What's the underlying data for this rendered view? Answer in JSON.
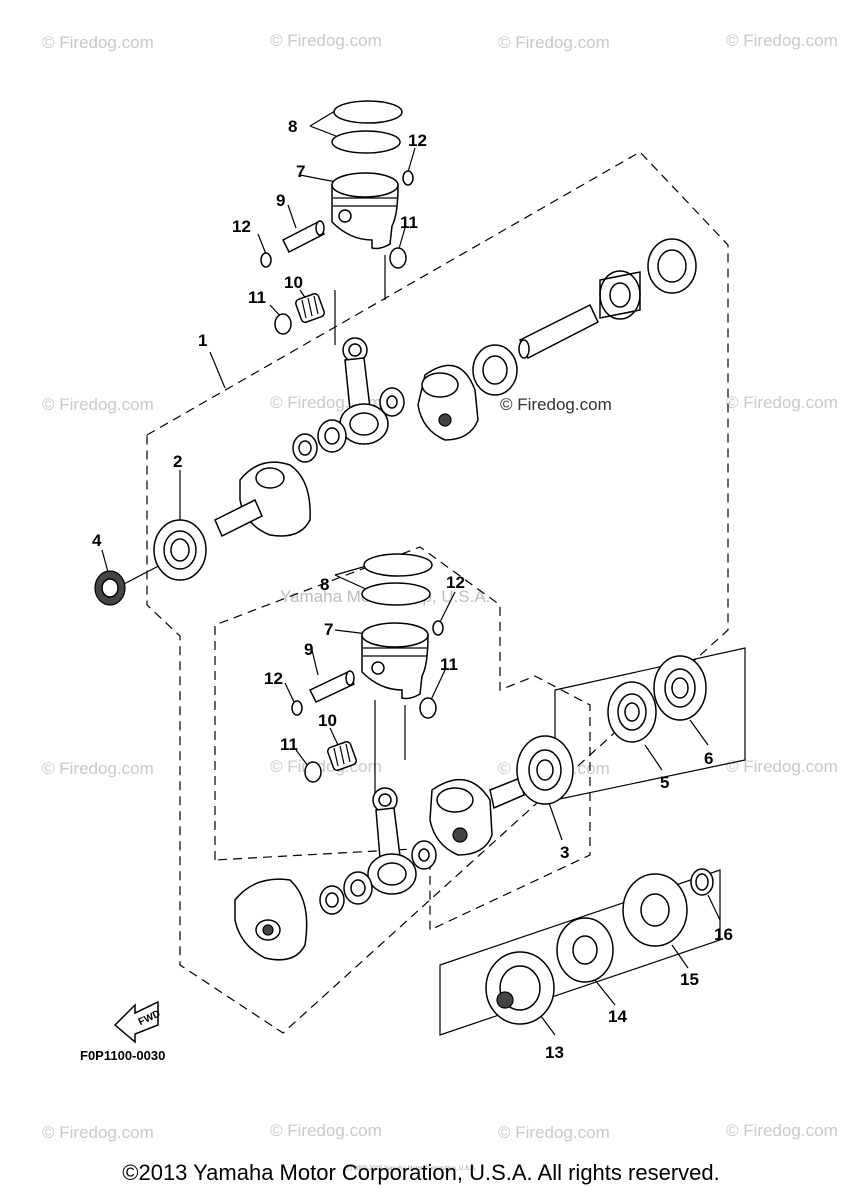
{
  "diagram": {
    "callouts": {
      "c1": "1",
      "c2": "2",
      "c3": "3",
      "c4": "4",
      "c5": "5",
      "c6": "6",
      "c7a": "7",
      "c7b": "7",
      "c8a": "8",
      "c8b": "8",
      "c9a": "9",
      "c9b": "9",
      "c10a": "10",
      "c10b": "10",
      "c11a": "11",
      "c11b": "11",
      "c11c": "11",
      "c11d": "11",
      "c12a": "12",
      "c12b": "12",
      "c12c": "12",
      "c12d": "12",
      "c13": "13",
      "c14": "14",
      "c15": "15",
      "c16": "16"
    },
    "fwd_label": "FWD",
    "figure_code": "F0P1100-0030",
    "watermark": "© Firedog.com",
    "watermark_center": "Yamaha Motor Corp, U.S.A.",
    "small_copyright": "(c) 2000-2015 Yamaha Motor Corporation, U.S.A."
  },
  "footer": {
    "copyright": "©2013 Yamaha Motor Corporation, U.S.A. All rights reserved."
  }
}
